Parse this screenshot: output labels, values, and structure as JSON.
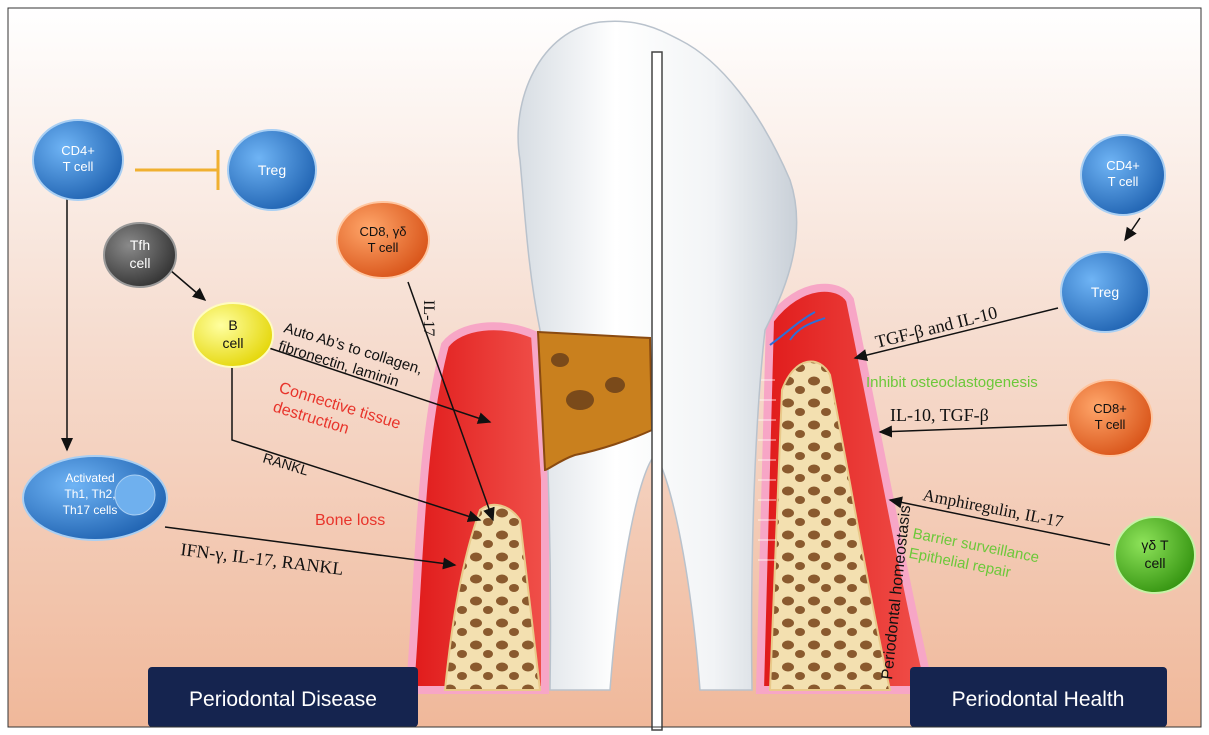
{
  "cells": {
    "cd4_left": "CD4+\nT cell",
    "treg_left": "Treg",
    "tfh": "Tfh\ncell",
    "b_cell": "B\ncell",
    "cd8_gd": "CD8, γδ\nT cell",
    "activated": "Activated\nTh1, Th2,\nTh17  cells",
    "cd4_right": "CD4+\nT cell",
    "treg_right": "Treg",
    "cd8_right": "CD8+\nT cell",
    "gd_right": "γδ T\ncell"
  },
  "labels": {
    "il17_vertical": "IL-17",
    "auto_ab": "Auto Ab’s to collagen,\nfibronectin, laminin",
    "connective": "Connective tissue\ndestruction",
    "rankl": "RANKL",
    "bone_loss": "Bone loss",
    "ifn": "IFN-γ, IL-17, RANKL",
    "tgf_il10": "TGF-β and IL-10",
    "inhibit": "Inhibit osteoclastogenesis",
    "il10_tgf": "IL-10, TGF-β",
    "amphiregulin": "Amphiregulin, IL-17",
    "barrier": "Barrier surveillance\nEpithelial repair",
    "homeostasis": "Periodontal homeostasis"
  },
  "banners": {
    "disease": "Periodontal Disease",
    "health": "Periodontal Health"
  },
  "colors": {
    "cell_blue": "#2f7fd0",
    "cell_orange": "#e86a2a",
    "cell_yellow": "#f2ec1c",
    "cell_green": "#4cb51f",
    "cell_gray": "#555555",
    "red_text": "#e8342b",
    "green_text": "#6cc83a",
    "banner": "#15244f",
    "inhibit_line": "#f0b030"
  }
}
